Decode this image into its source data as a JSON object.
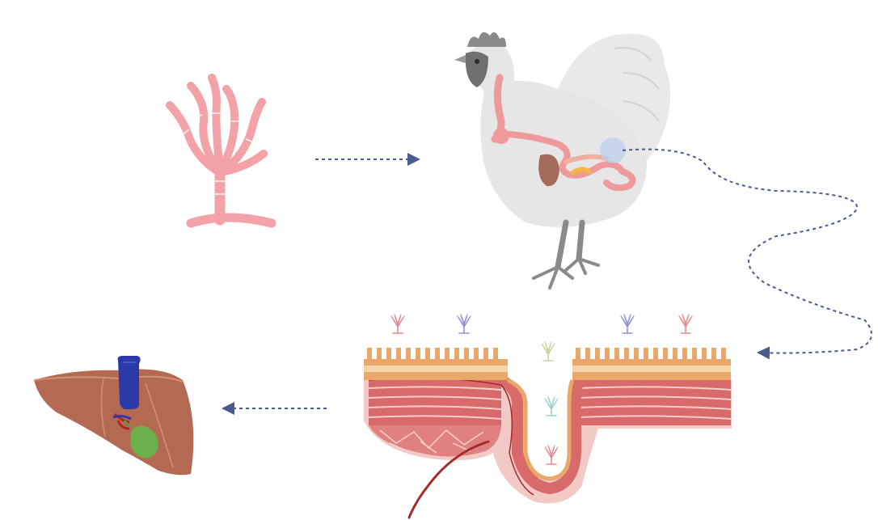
{
  "diagram": {
    "stages": [
      {
        "id": "fungus",
        "icon": "fungus-hyphae-icon"
      },
      {
        "id": "chicken",
        "icon": "chicken-icon"
      },
      {
        "id": "intestine",
        "icon": "intestine-cross-section-icon"
      },
      {
        "id": "liver",
        "icon": "liver-icon"
      }
    ],
    "arrows": [
      {
        "from": "fungus",
        "to": "chicken",
        "style": "dotted"
      },
      {
        "from": "chicken",
        "to": "intestine",
        "style": "dotted-wavy"
      },
      {
        "from": "intestine",
        "to": "liver",
        "style": "dotted"
      }
    ],
    "colors": {
      "arrow": "#4a5a8c",
      "fungus": "#f3a3a8",
      "chicken_body": "#e6e6e6",
      "gut_tract": "#ee9a9a",
      "villi": "#e9a86a",
      "muscle": "#d86a6a",
      "liver": "#b46a52",
      "vein": "#2c3aa8",
      "gallbladder": "#6ab04c"
    }
  }
}
